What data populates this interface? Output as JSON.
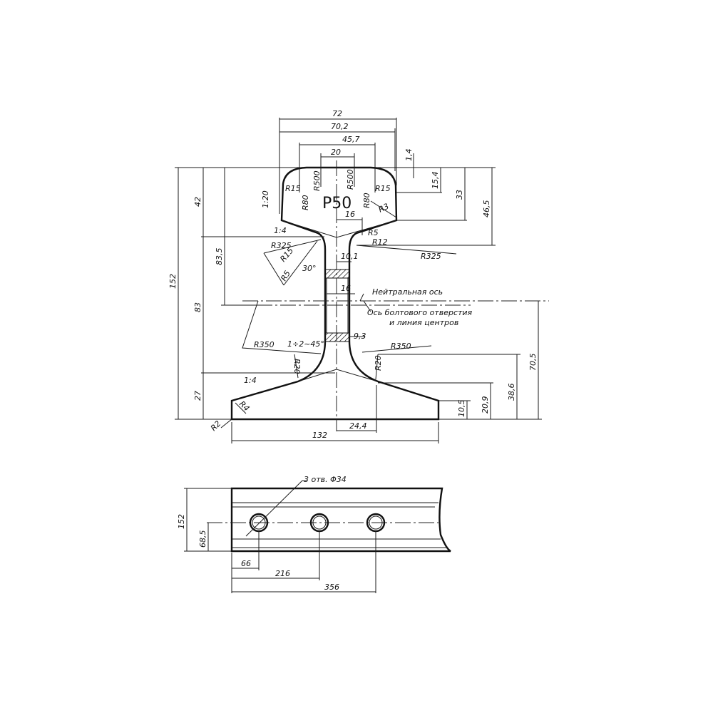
{
  "profile": {
    "name": "P50",
    "dims": {
      "w72": "72",
      "w70_2": "70,2",
      "w45_7": "45,7",
      "w20": "20",
      "r500a": "R500",
      "r500b": "R500",
      "r15a": "R15",
      "r15b": "R15",
      "r80a": "R80",
      "r80b": "R80",
      "r3": "R3",
      "slope120": "1:20",
      "h1_4": "1,4",
      "h15_4": "15,4",
      "h33": "33",
      "h46_5": "46,5",
      "h42": "42",
      "h83_5": "83,5",
      "h152": "152",
      "h83": "83",
      "h27": "27",
      "w16top": "16",
      "slope14a": "1:4",
      "r5a": "R5",
      "r12": "R12",
      "r325a": "R325",
      "r325b": "R325",
      "r15c": "R15",
      "r5b": "R5",
      "a30": "30°",
      "w10_1": "10,1",
      "w16mid": "16",
      "r350a": "R350",
      "r350b": "R350",
      "chamfer": "1÷2~45°",
      "w9_3": "9,3",
      "r20a": "R20",
      "r20b": "R20",
      "slope14b": "1:4",
      "r4": "R4",
      "r2": "R2",
      "w132": "132",
      "w24_4": "24,4",
      "h10_5": "10,5",
      "h20_9": "20,9",
      "h38_6": "38,6",
      "h70_5": "70,5"
    },
    "notes": {
      "neutral_axis": "Нейтральная ось",
      "bolt_axis_1": "Ось болтового отверстия",
      "bolt_axis_2": "и линия центров"
    }
  },
  "side_view": {
    "holes_note": "3 отв. Φ34",
    "dims": {
      "h152": "152",
      "h68_5": "68,5",
      "d66": "66",
      "d216": "216",
      "d356": "356"
    }
  }
}
